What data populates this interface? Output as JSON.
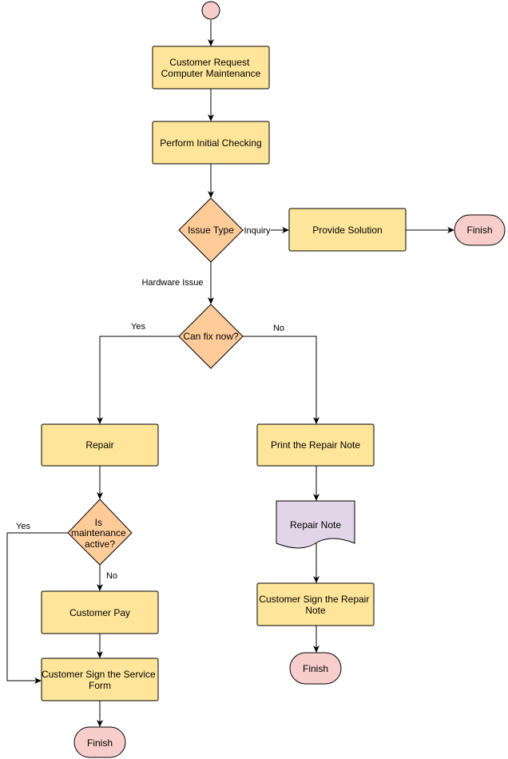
{
  "colors": {
    "process_fill": "#ffe599",
    "process_stroke": "#000000",
    "decision_fill": "#ffcc99",
    "terminal_fill": "#f8cecc",
    "start_fill": "#f8cecc",
    "document_fill": "#e1d5e7",
    "line": "#000000"
  },
  "nodes": {
    "customer_request": [
      "Customer Request",
      "Computer Maintenance"
    ],
    "initial_checking": [
      "Perform Initial Checking"
    ],
    "issue_type": [
      "Issue Type"
    ],
    "provide_solution": [
      "Provide Solution"
    ],
    "finish_top": [
      "Finish"
    ],
    "can_fix_now": [
      "Can fix now?"
    ],
    "repair": [
      "Repair"
    ],
    "print_repair_note": [
      "Print the Repair Note"
    ],
    "repair_note_doc": [
      "Repair Note"
    ],
    "maintenance_active": [
      "Is",
      "maintenance",
      "active?"
    ],
    "customer_pay": [
      "Customer Pay"
    ],
    "sign_repair_note": [
      "Customer Sign the Repair",
      "Note"
    ],
    "sign_service_form": [
      "Customer Sign the Service",
      "Form"
    ],
    "finish_right": [
      "Finish"
    ],
    "finish_left": [
      "Finish"
    ]
  },
  "edge_labels": {
    "inquiry": "Inquiry",
    "hardware_issue": "Hardware Issue",
    "fix_yes": "Yes",
    "fix_no": "No",
    "maint_yes": "Yes",
    "maint_no": "No"
  }
}
